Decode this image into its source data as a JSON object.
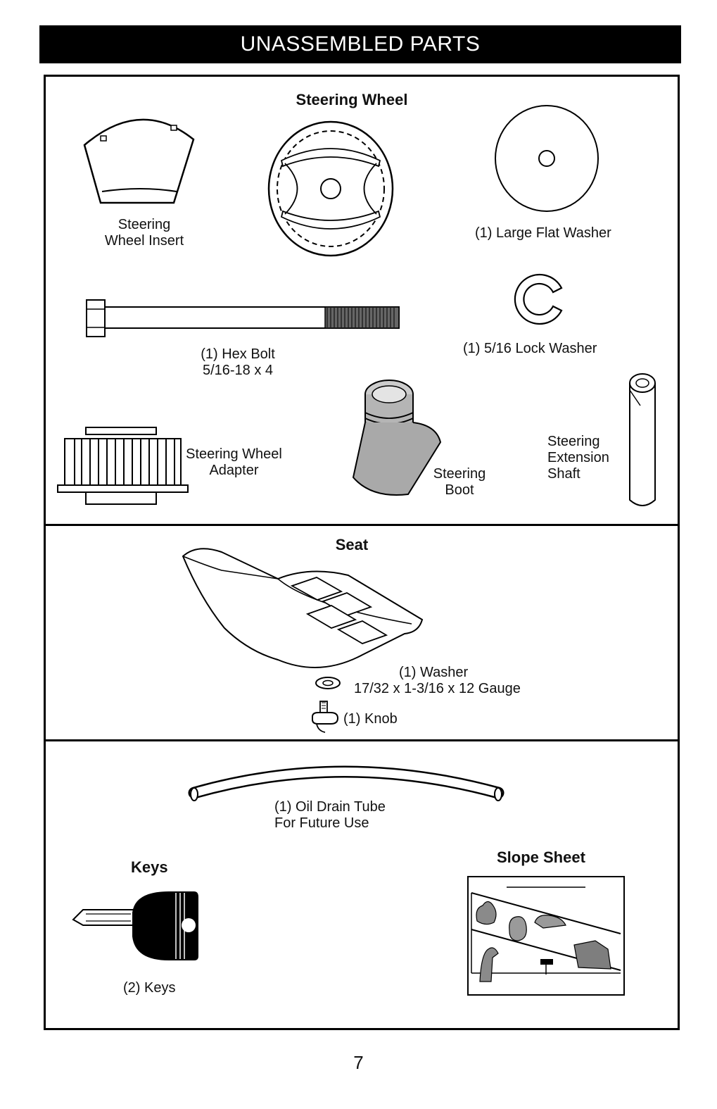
{
  "header": {
    "title": "UNASSEMBLED PARTS"
  },
  "sections": {
    "steering": {
      "title": "Steering Wheel",
      "parts": {
        "insert": "Steering\nWheel Insert",
        "flat_washer": "(1) Large Flat Washer",
        "hex_bolt": "(1) Hex Bolt\n5/16-18 x 4",
        "lock_washer": "(1) 5/16 Lock Washer",
        "adapter": "Steering Wheel\nAdapter",
        "boot": "Steering\nBoot",
        "extension_shaft": "Steering\nExtension\nShaft"
      }
    },
    "seat": {
      "title": "Seat",
      "parts": {
        "washer": "(1) Washer\n17/32 x 1-3/16 x 12 Gauge",
        "knob": "(1) Knob"
      }
    },
    "misc": {
      "oil_tube": "(1) Oil Drain Tube\nFor Future Use",
      "keys_title": "Keys",
      "keys_label": "(2) Keys",
      "slope_title": "Slope Sheet"
    }
  },
  "page_number": "7",
  "icons": [
    "steering-wheel-insert-icon",
    "steering-wheel-icon",
    "flat-washer-icon",
    "hex-bolt-icon",
    "lock-washer-icon",
    "adapter-icon",
    "boot-icon",
    "shaft-icon",
    "seat-icon",
    "washer-icon",
    "knob-icon",
    "tube-icon",
    "key-icon",
    "slope-sheet-icon"
  ]
}
